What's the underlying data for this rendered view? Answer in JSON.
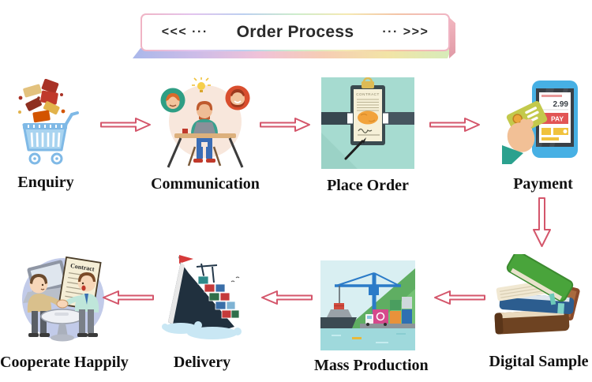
{
  "banner": {
    "left_decoration": "<<< ···",
    "title": "Order Process",
    "right_decoration": "··· >>>"
  },
  "steps": [
    {
      "label": "Enquiry",
      "icon": "shopping-cart"
    },
    {
      "label": "Communication",
      "icon": "people-chat-at-desk"
    },
    {
      "label": "Place Order",
      "icon": "contract-handshake"
    },
    {
      "label": "Payment",
      "icon": "credit-card-phone"
    },
    {
      "label": "Digital Sample",
      "icon": "book-stack"
    },
    {
      "label": "Mass Production",
      "icon": "port-crane-loading"
    },
    {
      "label": "Delivery",
      "icon": "container-ship"
    },
    {
      "label": "Cooperate Happily",
      "icon": "handshake-partners"
    }
  ],
  "icon_text": {
    "place_order_contract": "CONTRACT",
    "payment_amount": "2.99",
    "payment_pay": "PAY",
    "cooperate_contract": "Contract"
  },
  "flow": {
    "top_row_direction": "right",
    "connector_direction": "down",
    "bottom_row_direction": "left"
  },
  "colors": {
    "arrow": "#d4566b",
    "place_order_bg": "#a6dbd0",
    "communication_bg": "#f8e7dc",
    "mass_production_sky": "#d9eff2",
    "cooperate_bg": "#c2cbe9"
  }
}
